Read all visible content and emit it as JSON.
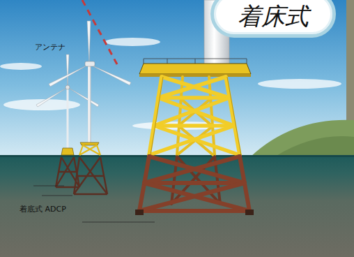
{
  "diagram": {
    "nodes": [
      {
        "text": [
          "着床式"
        ]
      }
    ],
    "labels": [
      "アンテナ",
      "着底式 ADCP"
    ]
  }
}
